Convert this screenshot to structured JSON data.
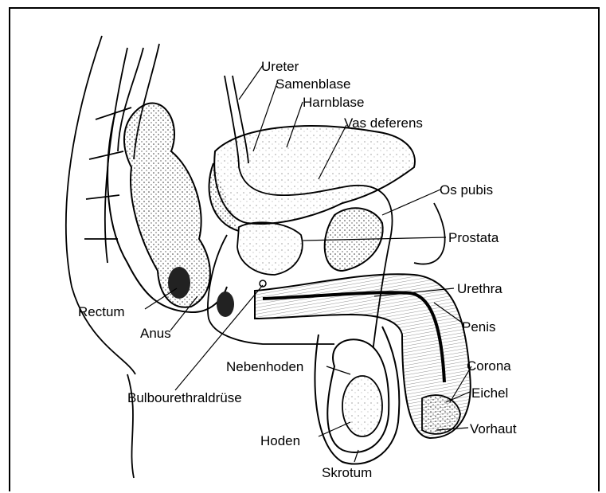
{
  "labels": {
    "ureter": "Ureter",
    "samenblase": "Samenblase",
    "harnblase": "Harnblase",
    "vas_deferens": "Vas deferens",
    "os_pubis": "Os pubis",
    "prostata": "Prostata",
    "urethra": "Urethra",
    "penis": "Penis",
    "corona": "Corona",
    "eichel": "Eichel",
    "vorhaut": "Vorhaut",
    "rectum": "Rectum",
    "anus": "Anus",
    "nebenhoden": "Nebenhoden",
    "bulbourethraldruese": "Bulbourethraldrüse",
    "hoden": "Hoden",
    "skrotum": "Skrotum"
  },
  "colors": {
    "ink": "#000000",
    "stipple": "#3a3a3a",
    "background": "#ffffff"
  }
}
